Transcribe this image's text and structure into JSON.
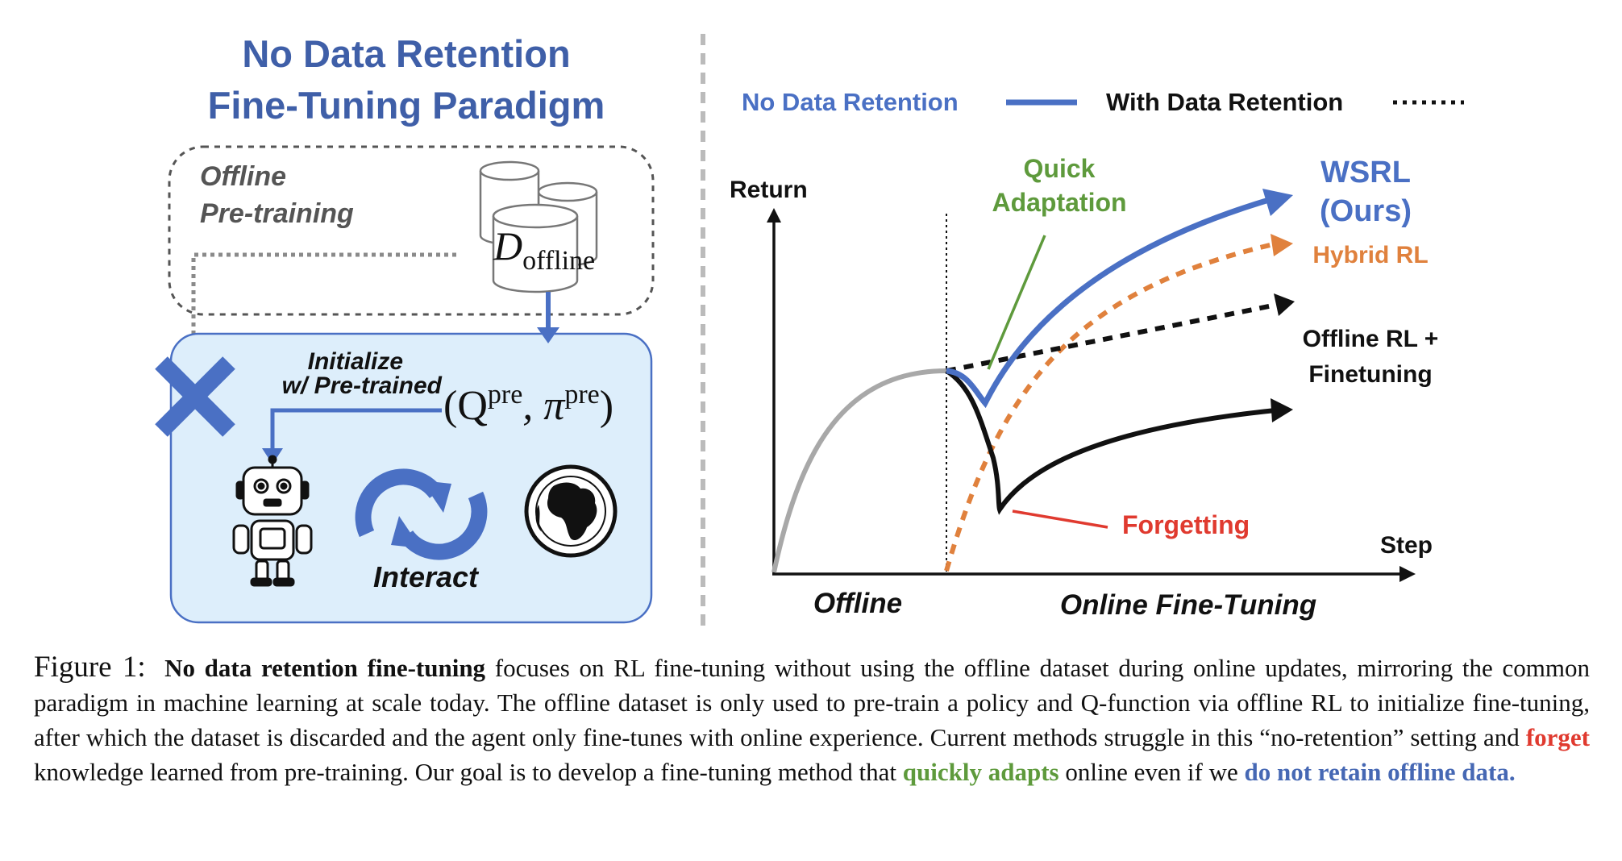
{
  "left_panel": {
    "title_line1": "No Data Retention",
    "title_line2": "Fine-Tuning Paradigm",
    "offline_line1": "Offline",
    "offline_line2": "Pre-training",
    "dataset_symbol": "D",
    "dataset_subscript": "offline",
    "init_line1": "Initialize",
    "init_line2": "w/ Pre-trained",
    "params_open": "(Q",
    "params_sup1": "pre",
    "params_mid": ", π",
    "params_sup2": "pre",
    "params_close": ")",
    "interact_label": "Interact"
  },
  "legend": {
    "no_retention": "No Data Retention",
    "with_retention": "With Data Retention"
  },
  "chart_data": {
    "type": "line",
    "ylabel": "Return",
    "xlabel": "Step",
    "phases": [
      "Offline",
      "Online Fine-Tuning"
    ],
    "series": [
      {
        "name": "WSRL",
        "name_line2": "(Ours)",
        "color": "#4a70c4",
        "style": "solid"
      },
      {
        "name": "Hybrid RL",
        "color": "#e0813d",
        "style": "dashed"
      },
      {
        "name": "Offline RL +",
        "name_line2": "Finetuning",
        "color": "#000000",
        "style": "solid"
      }
    ],
    "annotations": {
      "quick_line1": "Quick",
      "quick_line2": "Adaptation",
      "forgetting": "Forgetting"
    },
    "colors": {
      "blue": "#4a70c4",
      "orange": "#e0813d",
      "green": "#5e9a3c",
      "red": "#e03a2f",
      "gray": "#a8a8a8"
    }
  },
  "caption": {
    "label": "Figure 1:",
    "bold_lead": "No data retention fine-tuning",
    "text1": " focuses on RL fine-tuning without using the offline dataset during online updates, mirroring the common paradigm in machine learning at scale today. The offline dataset is only used to pre-train a policy and Q-function via offline RL to initialize fine-tuning, after which the dataset is discarded and the agent only fine-tunes with online experience. Current methods struggle in this “no-retention” setting and ",
    "forget": "forget",
    "text2": " knowledge learned from pre-training. Our goal is to develop a fine-tuning method that ",
    "quick": "quickly adapts",
    "text3": " online even if we ",
    "noretain": "do not retain offline data",
    "end": "."
  }
}
